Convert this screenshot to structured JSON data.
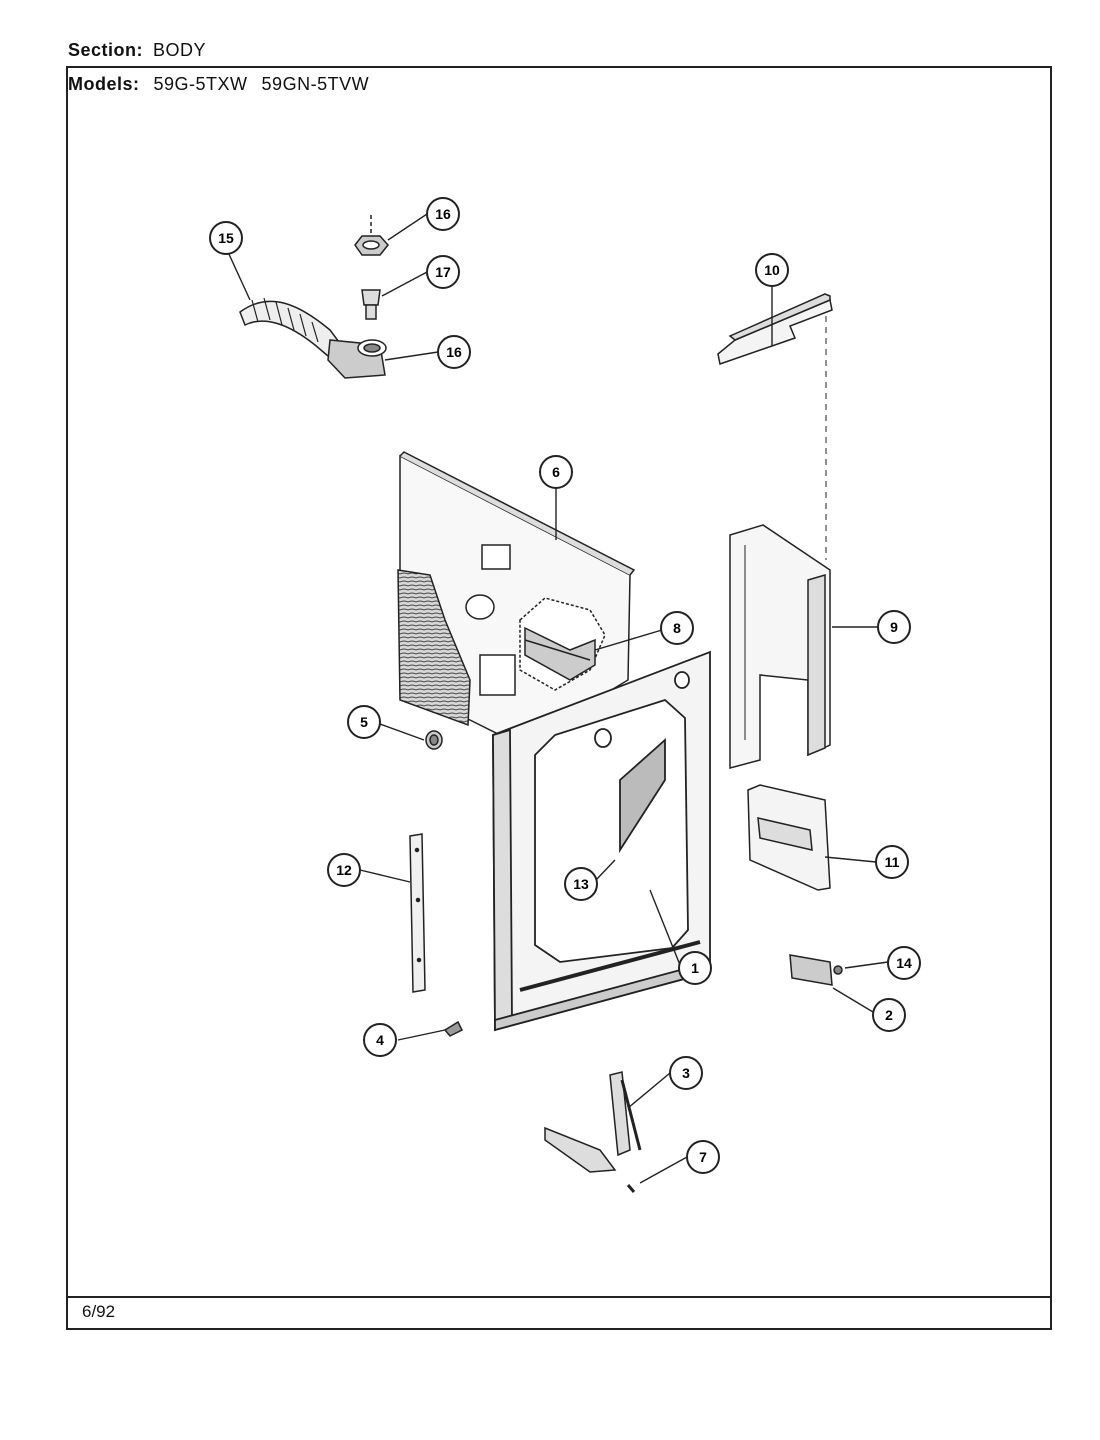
{
  "header": {
    "section_label": "Section:",
    "section_value": "BODY",
    "models_label": "Models:",
    "models": [
      "59G-5TXW",
      "59GN-5TVW"
    ]
  },
  "footer": {
    "date": "6/92"
  },
  "callouts": [
    {
      "id": "c16a",
      "label": "16"
    },
    {
      "id": "c15",
      "label": "15"
    },
    {
      "id": "c17",
      "label": "17"
    },
    {
      "id": "c16b",
      "label": "16"
    },
    {
      "id": "c10",
      "label": "10"
    },
    {
      "id": "c6",
      "label": "6"
    },
    {
      "id": "c8",
      "label": "8"
    },
    {
      "id": "c9",
      "label": "9"
    },
    {
      "id": "c5",
      "label": "5"
    },
    {
      "id": "c12",
      "label": "12"
    },
    {
      "id": "c13",
      "label": "13"
    },
    {
      "id": "c11",
      "label": "11"
    },
    {
      "id": "c1",
      "label": "1"
    },
    {
      "id": "c14",
      "label": "14"
    },
    {
      "id": "c2",
      "label": "2"
    },
    {
      "id": "c4",
      "label": "4"
    },
    {
      "id": "c3",
      "label": "3"
    },
    {
      "id": "c7",
      "label": "7"
    }
  ]
}
